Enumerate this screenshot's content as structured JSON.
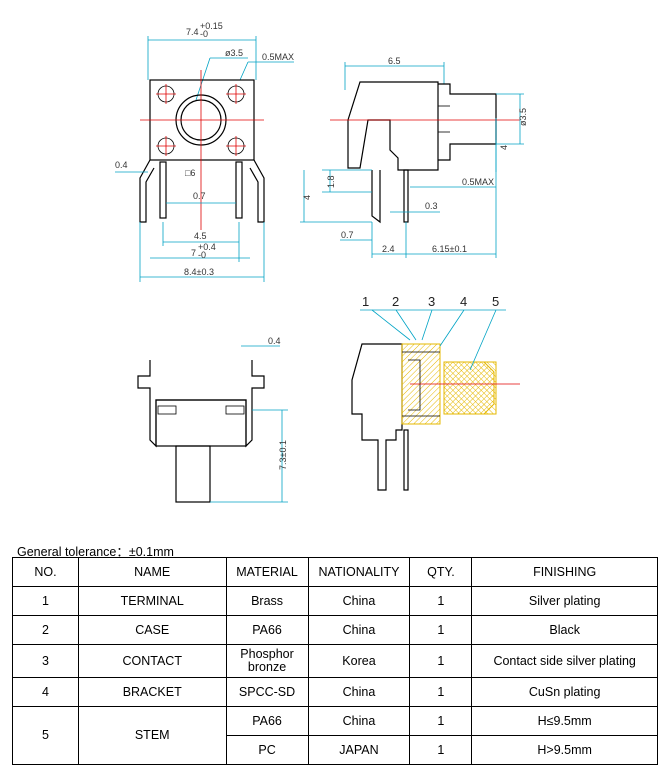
{
  "drawing": {
    "front": {
      "width_tol": "7.4",
      "width_tol_sup": "+0.15",
      "width_tol_sub": "-0",
      "stem_dia": "ø3.5",
      "pin_max": "0.5MAX",
      "side_offset": "0.4",
      "square": "□6",
      "pin_gap": "0.7",
      "pin_pitch": "4.5",
      "span": "7",
      "span_sup": "+0.4",
      "span_sub": "-0",
      "overall": "8.4±0.3"
    },
    "side": {
      "length": "6.5",
      "stem_dia": "ø3.5",
      "stem_len": "4",
      "pin_max": "0.5MAX",
      "standoff": "1.8",
      "height": "4",
      "pin_thick": "0.3",
      "pin_offset": "0.7",
      "pin_pos": "2.4",
      "body_to_tip": "6.15±0.1"
    },
    "rear": {
      "offset": "0.4",
      "height": "7.3±0.1"
    },
    "callouts": [
      "1",
      "2",
      "3",
      "4",
      "5"
    ]
  },
  "table": {
    "tolerance": "General tolerance：±0.1mm",
    "headers": [
      "NO.",
      "NAME",
      "MATERIAL",
      "NATIONALITY",
      "QTY.",
      "FINISHING"
    ],
    "rows": [
      {
        "no": "1",
        "name": "TERMINAL",
        "material": "Brass",
        "nationality": "China",
        "qty": "1",
        "finishing": "Silver plating"
      },
      {
        "no": "2",
        "name": "CASE",
        "material": "PA66",
        "nationality": "China",
        "qty": "1",
        "finishing": "Black"
      },
      {
        "no": "3",
        "name": "CONTACT",
        "material": "Phosphor bronze",
        "nationality": "Korea",
        "qty": "1",
        "finishing": "Contact side silver plating"
      },
      {
        "no": "4",
        "name": "BRACKET",
        "material": "SPCC-SD",
        "nationality": "China",
        "qty": "1",
        "finishing": "CuSn plating"
      },
      {
        "no": "5",
        "name": "STEM",
        "material": "PA66",
        "nationality": "China",
        "qty": "1",
        "finishing": "H≤9.5mm"
      },
      {
        "material": "PC",
        "nationality": "JAPAN",
        "qty": "1",
        "finishing": "H>9.5mm"
      }
    ]
  }
}
